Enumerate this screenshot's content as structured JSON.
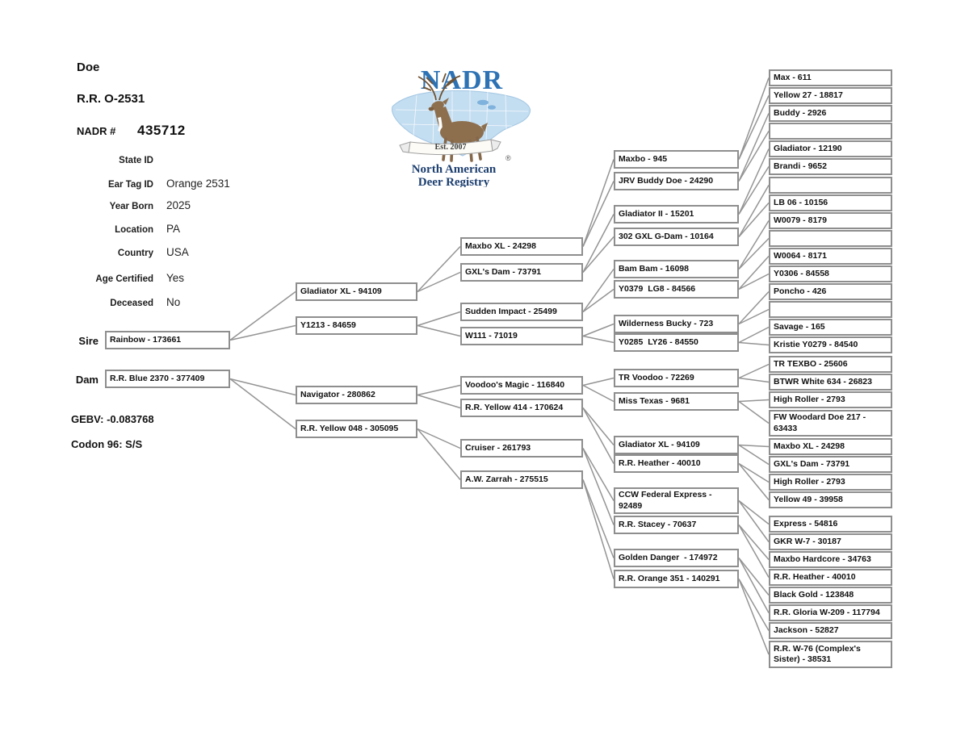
{
  "header": {
    "species": "Doe",
    "animal_name": "R.R. O-2531",
    "nadr_label": "NADR #",
    "nadr_number": "435712"
  },
  "details": [
    {
      "label": "State ID",
      "value": ""
    },
    {
      "label": "Ear Tag ID",
      "value": "Orange 2531"
    },
    {
      "label": "Year Born",
      "value": "2025"
    },
    {
      "label": "Location",
      "value": "PA"
    },
    {
      "label": "Country",
      "value": "USA"
    },
    {
      "label": "Age Certified",
      "value": "Yes"
    },
    {
      "label": "Deceased",
      "value": "No"
    }
  ],
  "genetics": {
    "gebv": "GEBV: -0.083768",
    "codon": "Codon 96: S/S"
  },
  "logo": {
    "acronym": "NADR",
    "banner": "Est. 2007",
    "org_line1": "North American",
    "org_line2": "Deer Registry",
    "registered_mark": "®",
    "brand_blue": "#2d72b4",
    "map_blue": "#c3ddf1",
    "deer_brown": "#8d6f4e"
  },
  "tree": {
    "sire_label": "Sire",
    "dam_label": "Dam",
    "gen1": [
      {
        "label": "Rainbow - 173661"
      },
      {
        "label": "R.R. Blue 2370 - 377409"
      }
    ],
    "gen2": [
      {
        "label": "Gladiator XL - 94109"
      },
      {
        "label": "Y1213 - 84659"
      },
      {
        "label": "Navigator - 280862"
      },
      {
        "label": "R.R. Yellow 048 - 305095"
      }
    ],
    "gen3": [
      {
        "label": "Maxbo XL - 24298"
      },
      {
        "label": "GXL's Dam - 73791"
      },
      {
        "label": "Sudden Impact - 25499"
      },
      {
        "label": "W111 - 71019"
      },
      {
        "label": "Voodoo's Magic - 116840"
      },
      {
        "label": "R.R. Yellow 414 - 170624"
      },
      {
        "label": "Cruiser - 261793"
      },
      {
        "label": "A.W. Zarrah - 275515"
      }
    ],
    "gen4": [
      {
        "label": "Maxbo - 945"
      },
      {
        "label": "JRV Buddy Doe - 24290"
      },
      {
        "label": "Gladiator II - 15201"
      },
      {
        "label": "302 GXL G-Dam - 10164"
      },
      {
        "label": "Bam Bam - 16098"
      },
      {
        "label": "Y0379  LG8 - 84566"
      },
      {
        "label": "Wilderness Bucky - 723"
      },
      {
        "label": "Y0285  LY26 - 84550"
      },
      {
        "label": "TR Voodoo - 72269"
      },
      {
        "label": "Miss Texas - 9681"
      },
      {
        "label": "Gladiator XL - 94109"
      },
      {
        "label": "R.R. Heather - 40010"
      },
      {
        "label": "CCW Federal Express - 92489"
      },
      {
        "label": "R.R. Stacey - 70637"
      },
      {
        "label": "Golden Danger  - 174972"
      },
      {
        "label": "R.R. Orange 351 - 140291"
      }
    ],
    "gen5": [
      {
        "label": "Max - 611"
      },
      {
        "label": "Yellow 27 - 18817"
      },
      {
        "label": "Buddy - 2926"
      },
      {
        "label": ""
      },
      {
        "label": "Gladiator - 12190"
      },
      {
        "label": "Brandi - 9652"
      },
      {
        "label": ""
      },
      {
        "label": "LB 06 - 10156"
      },
      {
        "label": "W0079 - 8179"
      },
      {
        "label": ""
      },
      {
        "label": "W0064 - 8171"
      },
      {
        "label": "Y0306 - 84558"
      },
      {
        "label": "Poncho - 426"
      },
      {
        "label": ""
      },
      {
        "label": "Savage - 165"
      },
      {
        "label": "Kristie Y0279 - 84540"
      },
      {
        "label": "TR TEXBO - 25606"
      },
      {
        "label": "BTWR White 634 - 26823"
      },
      {
        "label": "High Roller - 2793"
      },
      {
        "label": "FW Woodard Doe 217 - 63433"
      },
      {
        "label": "Maxbo XL - 24298"
      },
      {
        "label": "GXL's Dam - 73791"
      },
      {
        "label": "High Roller - 2793"
      },
      {
        "label": "Yellow 49 - 39958"
      },
      {
        "label": "Express - 54816"
      },
      {
        "label": "GKR W-7 - 30187"
      },
      {
        "label": "Maxbo Hardcore - 34763"
      },
      {
        "label": "R.R. Heather - 40010"
      },
      {
        "label": "Black Gold - 123848"
      },
      {
        "label": "R.R. Gloria W-209 - 117794"
      },
      {
        "label": "Jackson - 52827"
      },
      {
        "label": "R.R. W-76 (Complex's Sister) - 38531"
      }
    ]
  }
}
